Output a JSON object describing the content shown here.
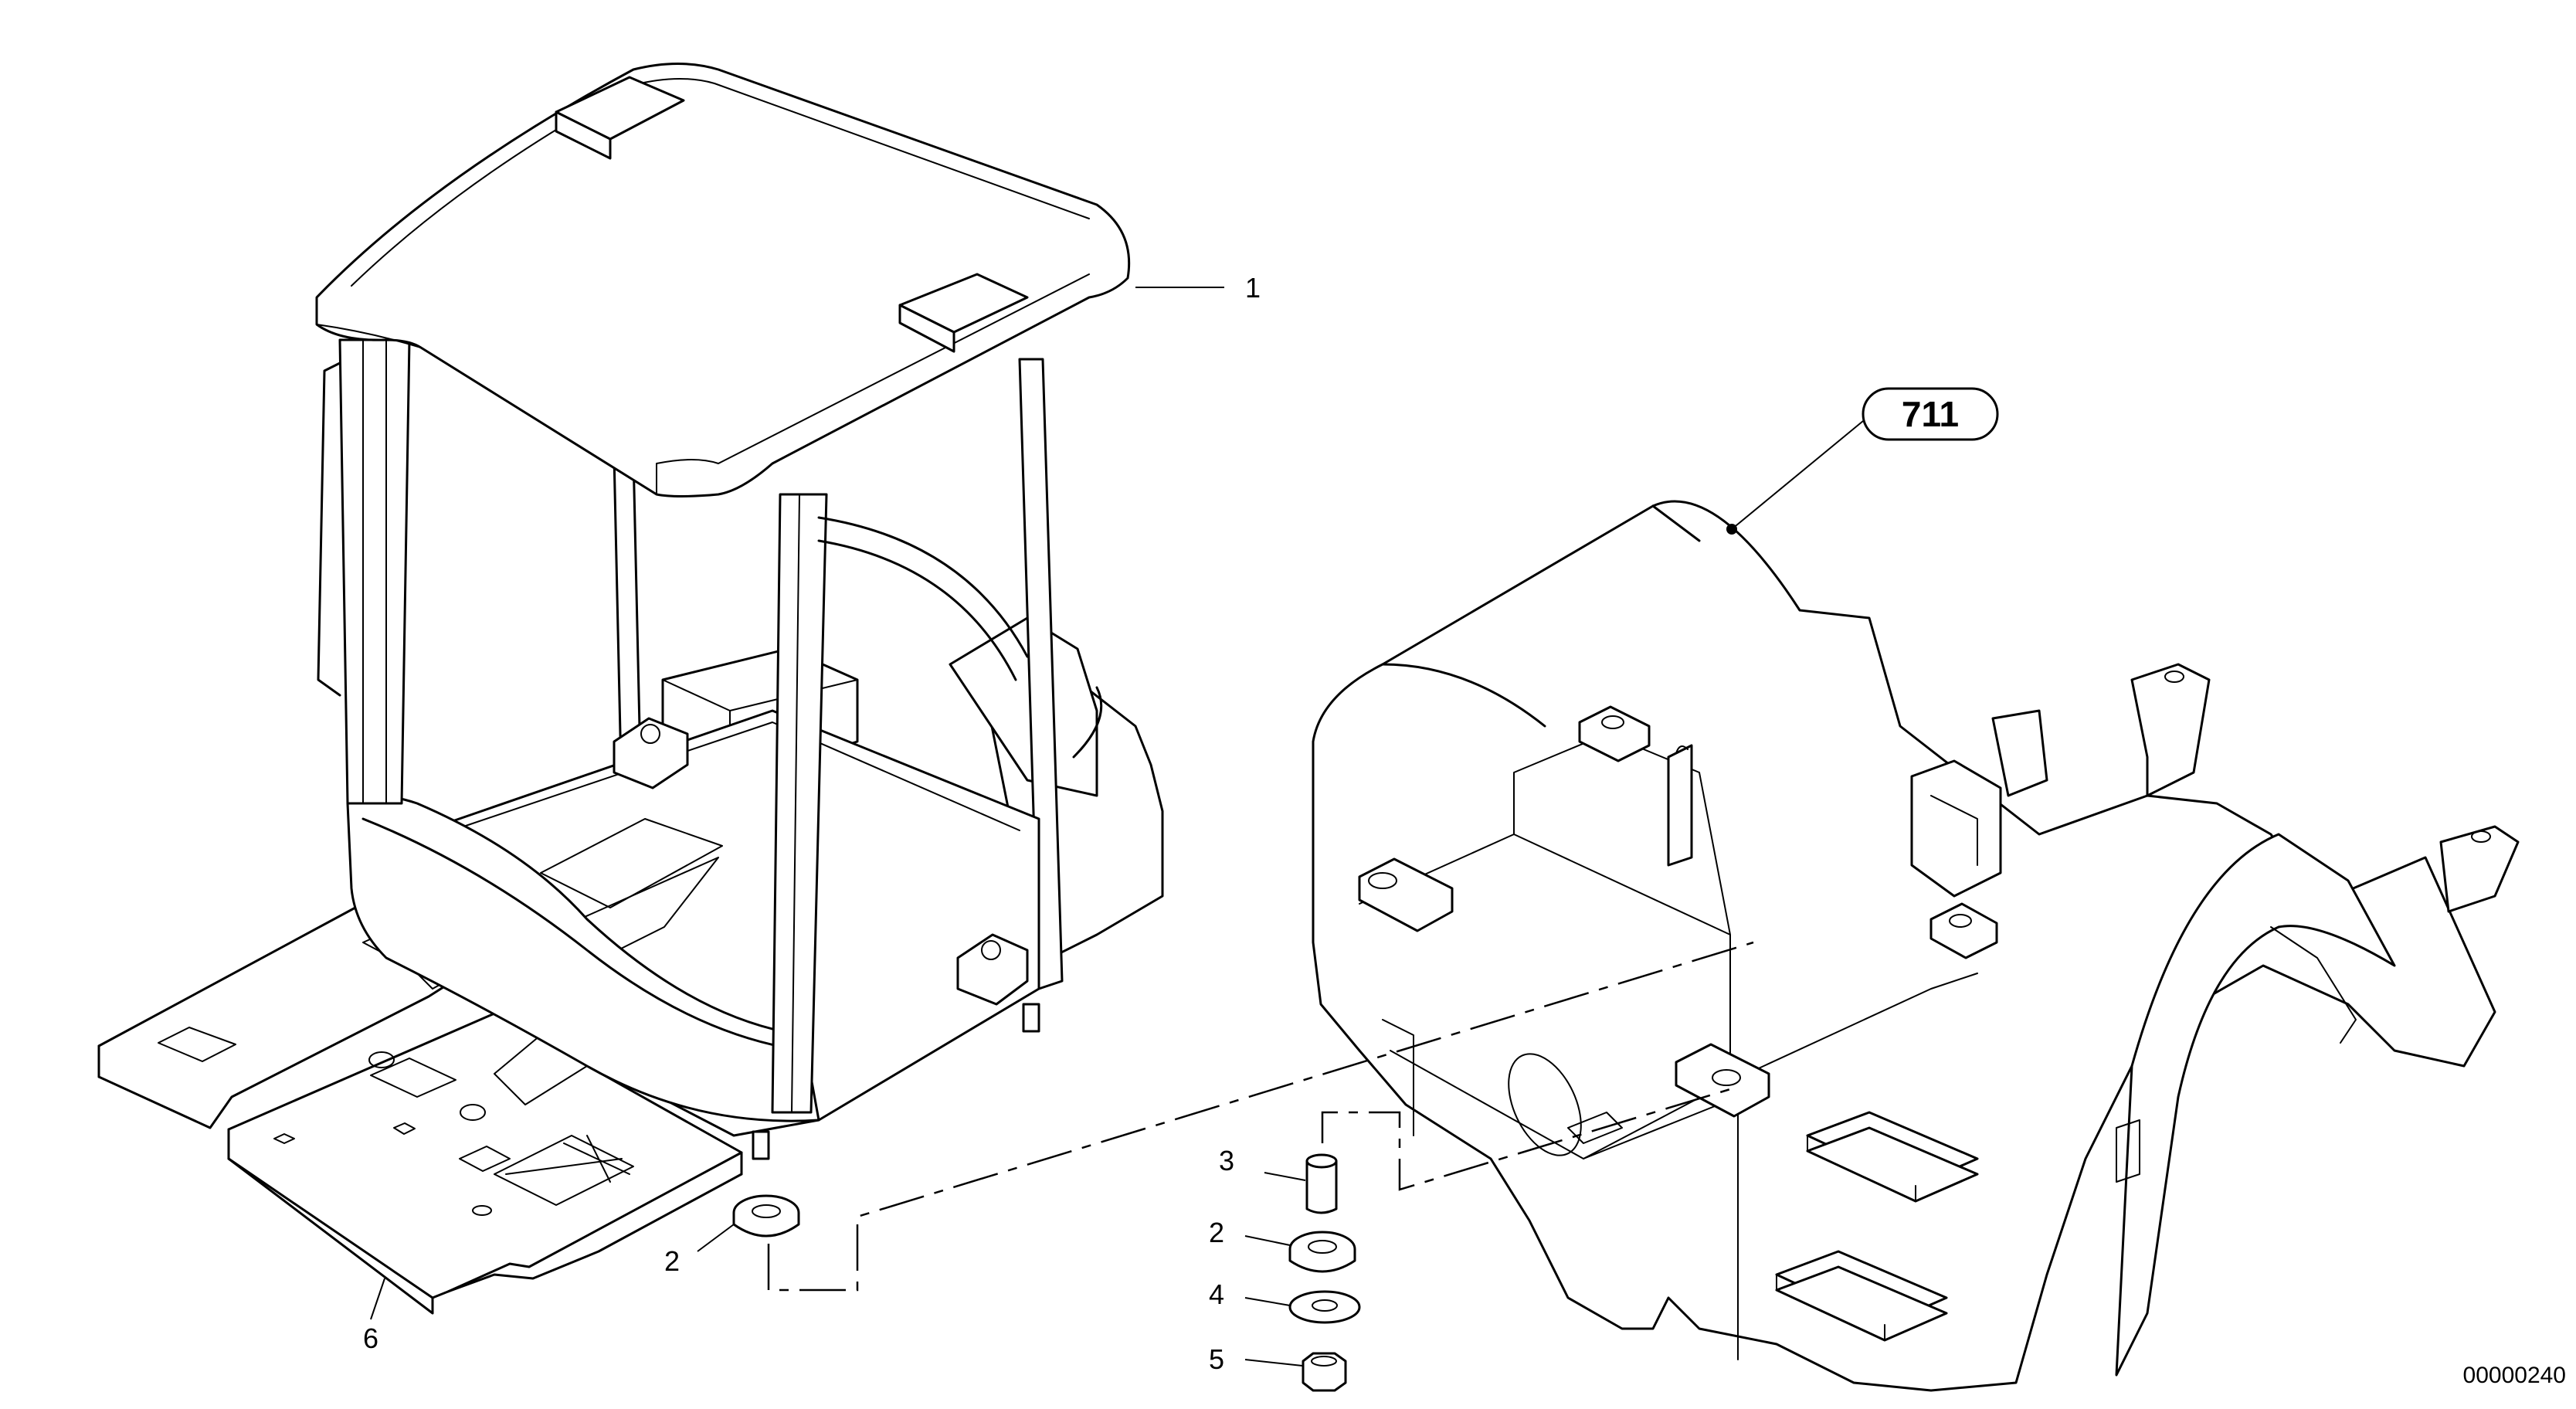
{
  "diagram": {
    "callouts": [
      {
        "id": "cab",
        "label": "1"
      },
      {
        "id": "mount-left",
        "label": "2"
      },
      {
        "id": "sleeve",
        "label": "3"
      },
      {
        "id": "mount-right",
        "label": "2"
      },
      {
        "id": "washer",
        "label": "4"
      },
      {
        "id": "nut",
        "label": "5"
      },
      {
        "id": "floor-mat",
        "label": "6"
      }
    ],
    "reference_label": "711",
    "image_number": "00000240"
  }
}
